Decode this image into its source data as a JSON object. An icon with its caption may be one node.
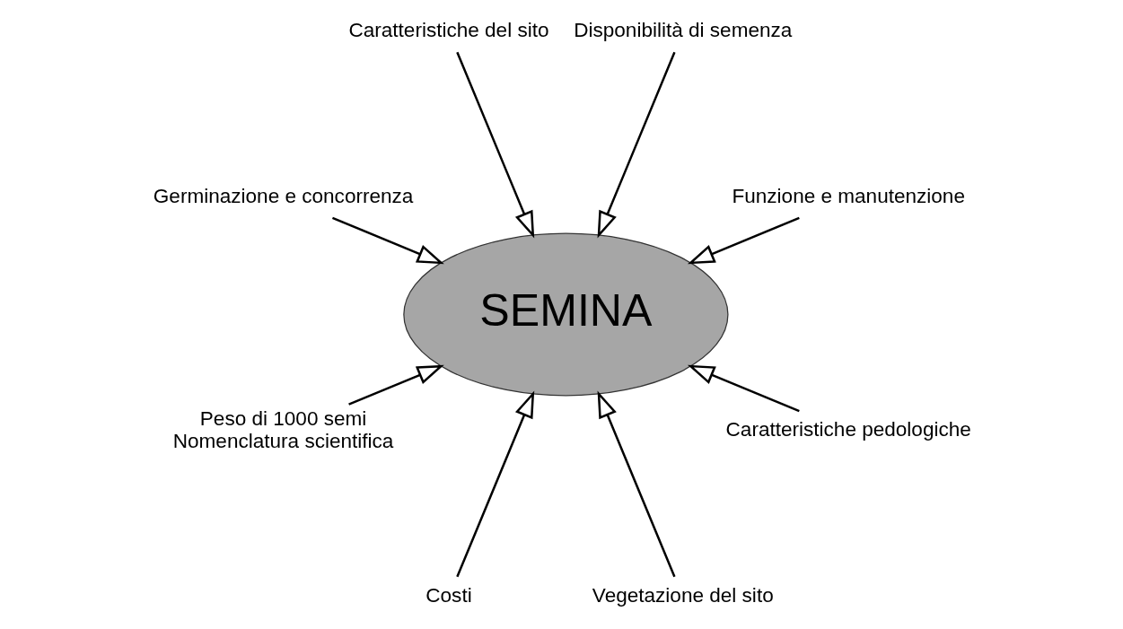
{
  "diagram": {
    "nodes": [
      {
        "text": [
          "SEMINA"
        ]
      },
      {
        "text": [
          "Funzione e manutenzione"
        ]
      },
      {
        "text": [
          "Disponibilità di semenza"
        ]
      },
      {
        "text": [
          "Caratteristiche del sito"
        ]
      },
      {
        "text": [
          "Germinazione e concorrenza"
        ]
      },
      {
        "text": [
          "Peso di 1000 semi",
          "Nomenclatura scientifica"
        ]
      },
      {
        "text": [
          "Costi"
        ]
      },
      {
        "text": [
          "Vegetazione del sito"
        ]
      },
      {
        "text": [
          "Caratteristiche pedologiche"
        ]
      }
    ],
    "edges": [
      {
        "from": 1,
        "to": 0,
        "arrow": "to"
      },
      {
        "from": 2,
        "to": 0,
        "arrow": "to"
      },
      {
        "from": 3,
        "to": 0,
        "arrow": "to"
      },
      {
        "from": 4,
        "to": 0,
        "arrow": "to"
      },
      {
        "from": 5,
        "to": 0,
        "arrow": "to"
      },
      {
        "from": 6,
        "to": 0,
        "arrow": "to"
      },
      {
        "from": 7,
        "to": 0,
        "arrow": "to"
      },
      {
        "from": 8,
        "to": 0,
        "arrow": "to"
      }
    ]
  }
}
